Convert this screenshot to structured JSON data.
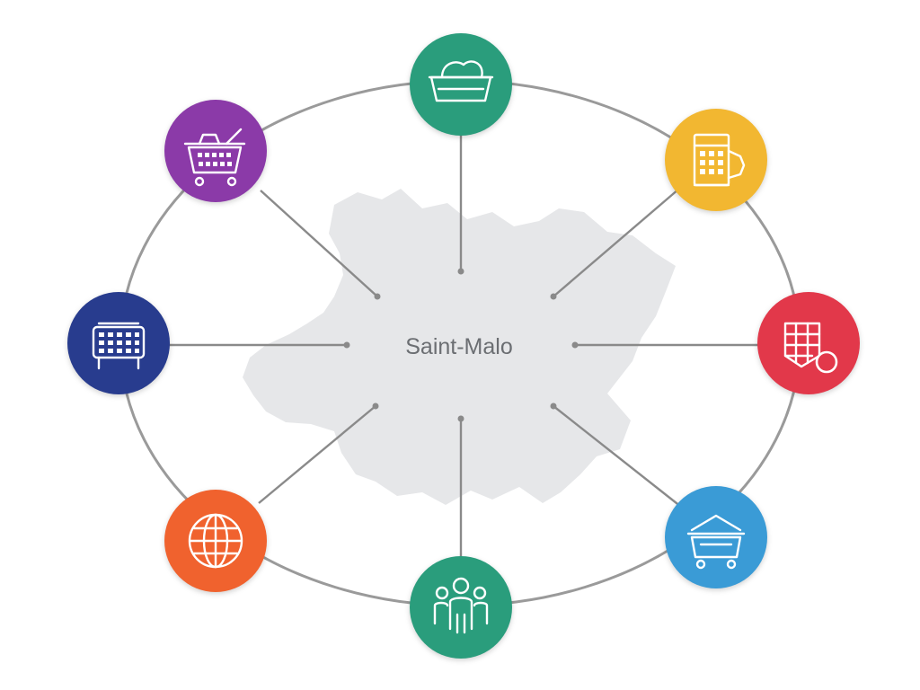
{
  "center": {
    "label": "Saint-Malo"
  },
  "nodes": [
    {
      "id": "top",
      "icon": "food-basin-icon",
      "color": "#2a9d7c"
    },
    {
      "id": "top-right",
      "icon": "building-storefront-icon",
      "color": "#f2b731"
    },
    {
      "id": "right",
      "icon": "grid-globe-location-icon",
      "color": "#e2384a"
    },
    {
      "id": "bottom-right",
      "icon": "house-cart-icon",
      "color": "#3a9bd6"
    },
    {
      "id": "bottom",
      "icon": "people-group-icon",
      "color": "#2a9d7c"
    },
    {
      "id": "bottom-left",
      "icon": "globe-icon",
      "color": "#f0622e"
    },
    {
      "id": "left",
      "icon": "cart-keyboard-icon",
      "color": "#283c8e"
    },
    {
      "id": "top-left",
      "icon": "shopping-basket-icon",
      "color": "#8b3aa8"
    }
  ],
  "colors": {
    "ring": "#9a9a9a",
    "spoke": "#8a8a8a",
    "map_silhouette": "#e6e7e9"
  }
}
